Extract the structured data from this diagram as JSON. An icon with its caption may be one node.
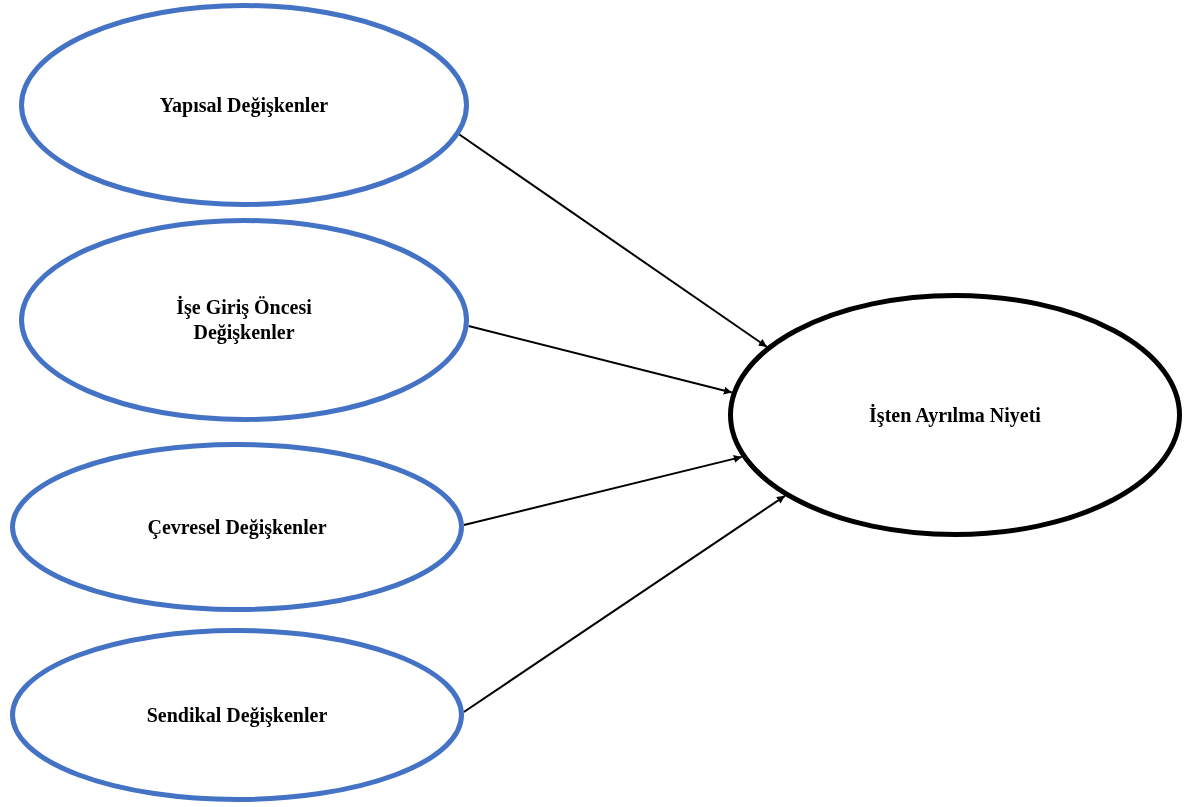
{
  "diagram": {
    "nodes": [
      {
        "text": [
          "Yapısal Değişkenler"
        ]
      },
      {
        "text": [
          "İşe Giriş Öncesi Değişkenler"
        ]
      },
      {
        "text": [
          "Çevresel Değişkenler"
        ]
      },
      {
        "text": [
          "Sendikal Değişkenler"
        ]
      },
      {
        "text": [
          "İşten Ayrılma Niyeti"
        ]
      }
    ],
    "edges": [
      {
        "from": 0,
        "to": 4,
        "arrow": "to"
      },
      {
        "from": 1,
        "to": 4,
        "arrow": "to"
      },
      {
        "from": 2,
        "to": 4,
        "arrow": "to"
      },
      {
        "from": 3,
        "to": 4,
        "arrow": "to"
      }
    ]
  }
}
